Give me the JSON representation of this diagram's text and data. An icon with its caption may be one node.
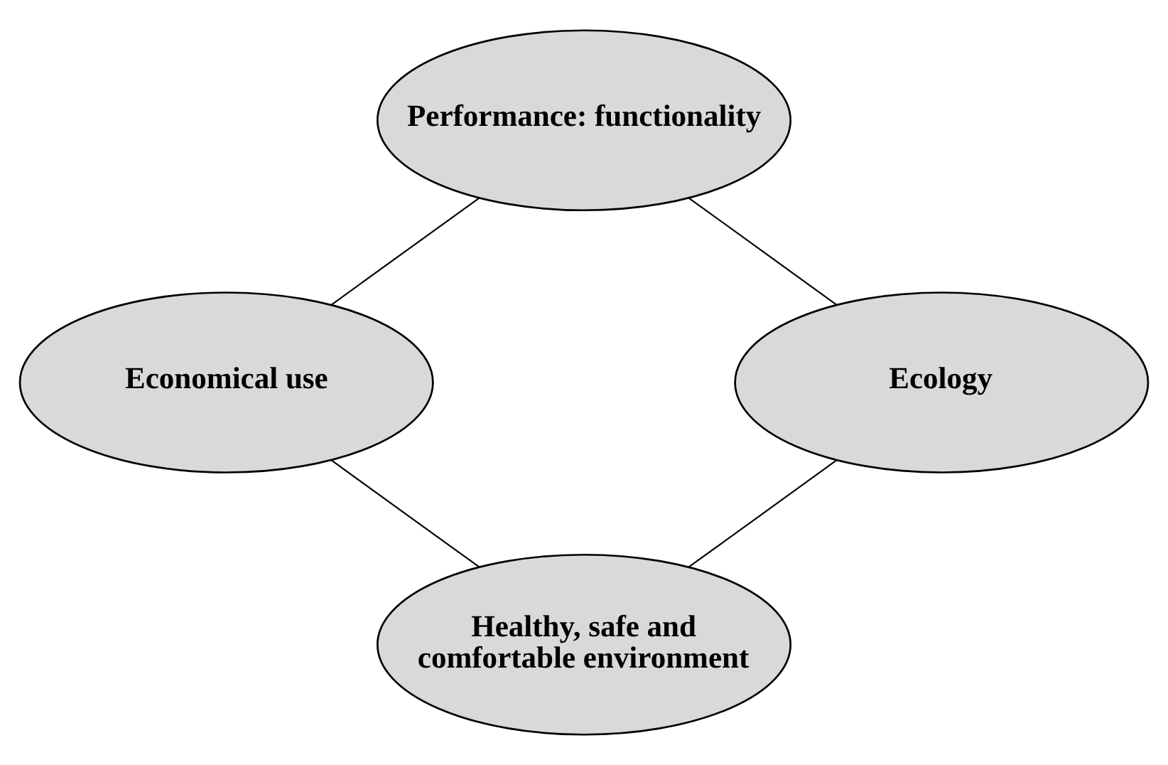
{
  "diagram": {
    "nodes": [
      {
        "text": [
          "Performance: functionality"
        ]
      },
      {
        "text": [
          "Economical use"
        ]
      },
      {
        "text": [
          "Ecology"
        ]
      },
      {
        "text": [
          "Healthy, safe and comfortable environment"
        ]
      }
    ],
    "edges": [
      {
        "from": 0,
        "to": 1,
        "arrow": "none"
      },
      {
        "from": 0,
        "to": 2,
        "arrow": "none"
      },
      {
        "from": 1,
        "to": 3,
        "arrow": "none"
      },
      {
        "from": 2,
        "to": 3,
        "arrow": "none"
      }
    ]
  }
}
